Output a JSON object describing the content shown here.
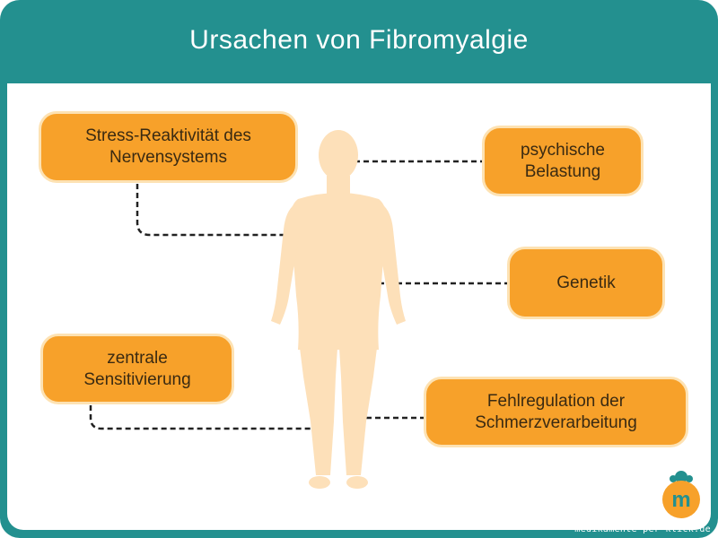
{
  "title": "Ursachen von Fibromyalgie",
  "causes": {
    "stress": [
      "Stress-Reaktivität des",
      "Nervensystems"
    ],
    "psychisch": [
      "psychische",
      "Belastung"
    ],
    "genetik": [
      "Genetik"
    ],
    "zentral": [
      "zentrale",
      "Sensitivierung"
    ],
    "schmerz": [
      "Fehlregulation der",
      "Schmerzverarbeitung"
    ]
  },
  "logo": {
    "letter": "m"
  },
  "watermark": "medikamente-per-klick.de",
  "colors": {
    "header": "#23908f",
    "box": "#f7a12a",
    "box_border": "#fde2b3",
    "body_figure": "#fde0b9",
    "connector": "#222222"
  }
}
